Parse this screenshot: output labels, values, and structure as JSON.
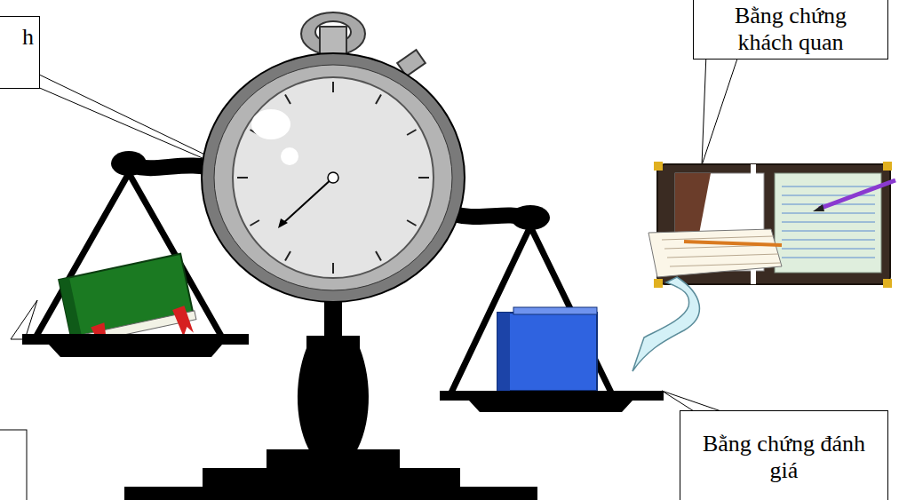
{
  "diagram": {
    "nodes": [
      {
        "text": [
          "h"
        ]
      },
      {
        "text": [
          "Bằng chứng khách quan"
        ]
      },
      {
        "text": [
          "Bằng chứng đánh giá"
        ]
      }
    ]
  }
}
